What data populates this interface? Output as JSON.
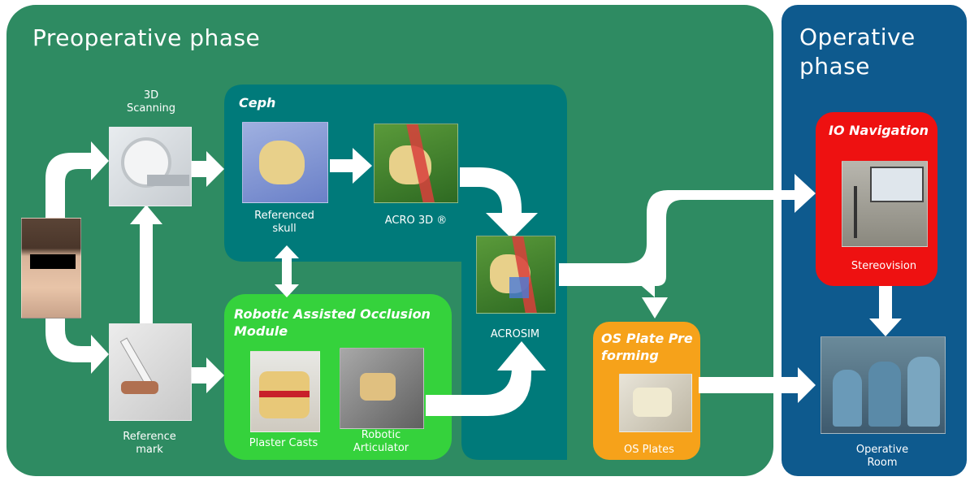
{
  "preoperative": {
    "title": "Preoperative phase"
  },
  "operative": {
    "title_line1": "Operative",
    "title_line2": "phase"
  },
  "scanning": {
    "label_line1": "3D",
    "label_line2": "Scanning"
  },
  "reference_mark": {
    "label_line1": "Reference",
    "label_line2": "mark"
  },
  "ceph": {
    "title": "Ceph",
    "referenced_skull_line1": "Referenced",
    "referenced_skull_line2": "skull",
    "acro3d": "ACRO 3D ®"
  },
  "acrosim": {
    "label": "ACROSIM"
  },
  "rao": {
    "title_line1": "Robotic Assisted Occlusion",
    "title_line2": "Module",
    "plaster_casts": "Plaster Casts",
    "articulator_line1": "Robotic",
    "articulator_line2": "Articulator"
  },
  "os_plate": {
    "title_line1": "OS Plate Pre",
    "title_line2": "forming",
    "label": "OS Plates"
  },
  "io_navigation": {
    "title": "IO Navigation",
    "label": "Stereovision"
  },
  "operative_room": {
    "label_line1": "Operative",
    "label_line2": "Room"
  },
  "colors": {
    "preoperative": "#2e8b62",
    "operative": "#0e5a8e",
    "ceph": "#007a7a",
    "rao": "#35d23c",
    "os_plate": "#f6a21a",
    "io_navigation": "#ee1111",
    "arrow": "#ffffff"
  }
}
